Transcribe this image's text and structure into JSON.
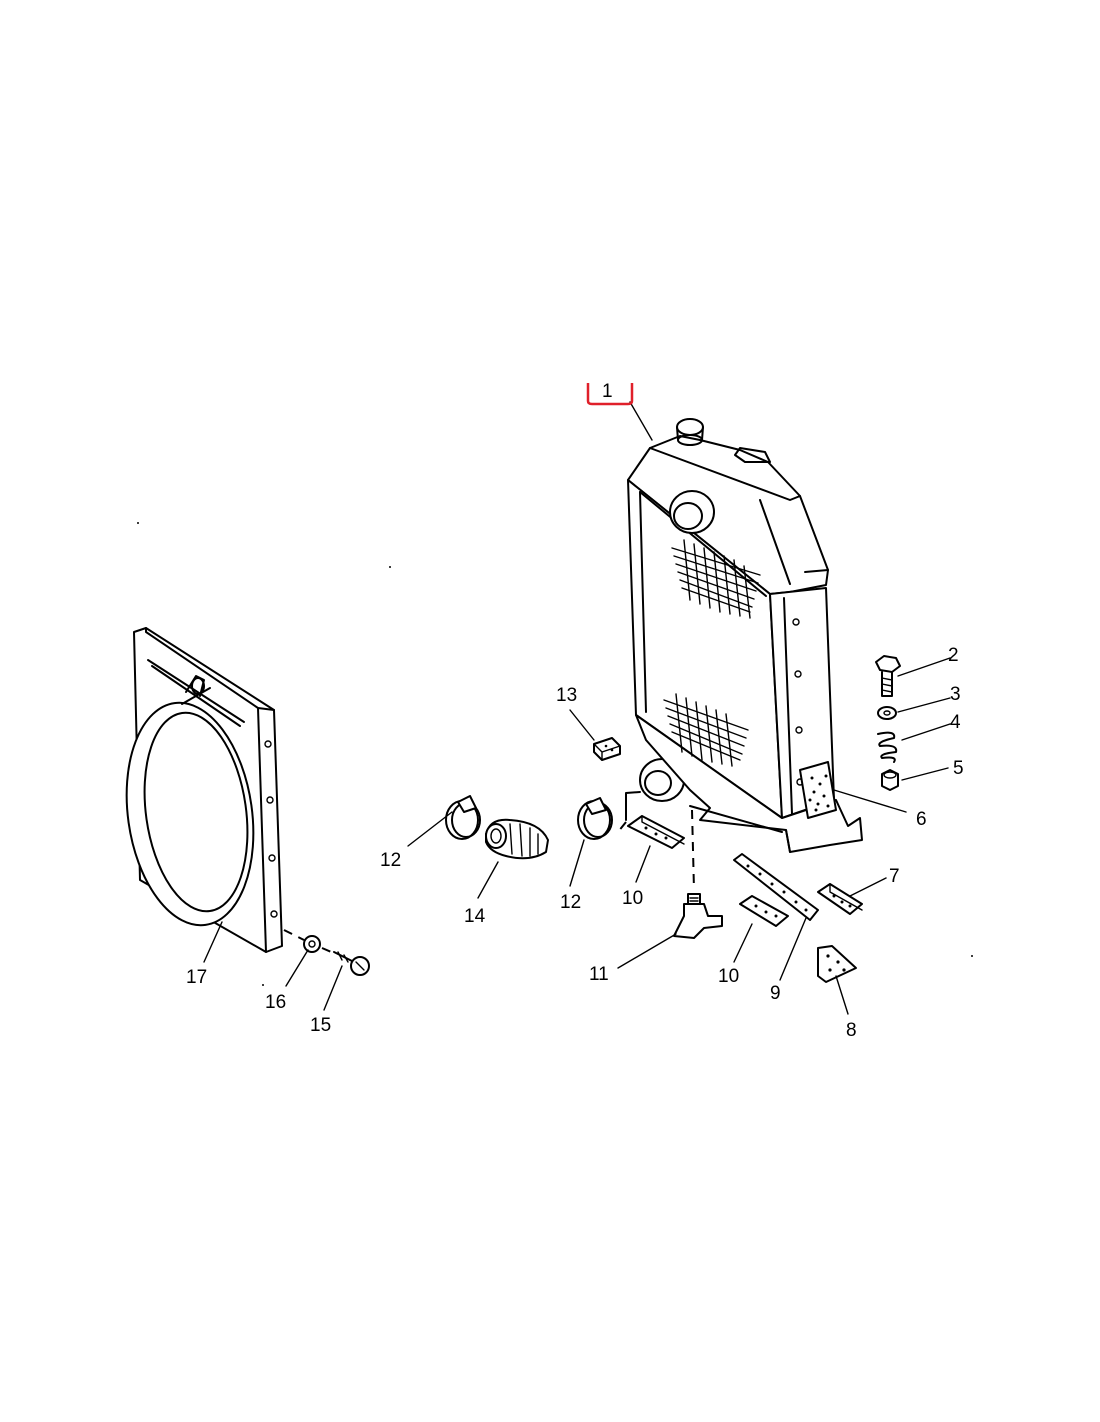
{
  "callouts": [
    {
      "id": "1",
      "text": "1"
    },
    {
      "id": "2",
      "text": "2"
    },
    {
      "id": "3",
      "text": "3"
    },
    {
      "id": "4",
      "text": "4"
    },
    {
      "id": "5",
      "text": "5"
    },
    {
      "id": "6",
      "text": "6"
    },
    {
      "id": "7",
      "text": "7"
    },
    {
      "id": "8",
      "text": "8"
    },
    {
      "id": "9",
      "text": "9"
    },
    {
      "id": "10a",
      "text": "10"
    },
    {
      "id": "10b",
      "text": "10"
    },
    {
      "id": "11",
      "text": "11"
    },
    {
      "id": "12a",
      "text": "12"
    },
    {
      "id": "12b",
      "text": "12"
    },
    {
      "id": "13",
      "text": "13"
    },
    {
      "id": "14",
      "text": "14"
    },
    {
      "id": "15",
      "text": "15"
    },
    {
      "id": "16",
      "text": "16"
    },
    {
      "id": "17",
      "text": "17"
    }
  ],
  "colors": {
    "line": "#000000",
    "highlight": "#e0202a",
    "background": "#ffffff"
  }
}
